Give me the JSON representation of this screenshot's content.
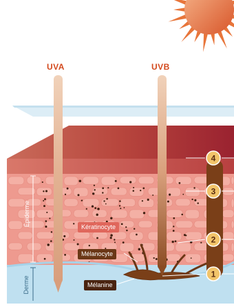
{
  "rays": {
    "uva": "UVA",
    "uvb": "UVB"
  },
  "layers": {
    "epidermis": "Épiderme",
    "dermis": "Derme"
  },
  "labels": {
    "keratinocyte": "Kératinocyte",
    "melanocyte": "Mélanocyte",
    "melanin": "Mélanine"
  },
  "steps": [
    "1",
    "2",
    "3",
    "4"
  ],
  "colors": {
    "ray_label": "#d3491d",
    "skin_pink": "#ee9a8f",
    "dermis_blue": "#bfe0f0",
    "step_fill": "#f2c46a",
    "melanin_brown": "#6b3716",
    "sun": "#e8753a"
  },
  "icons": {
    "sun": "sun-icon"
  }
}
